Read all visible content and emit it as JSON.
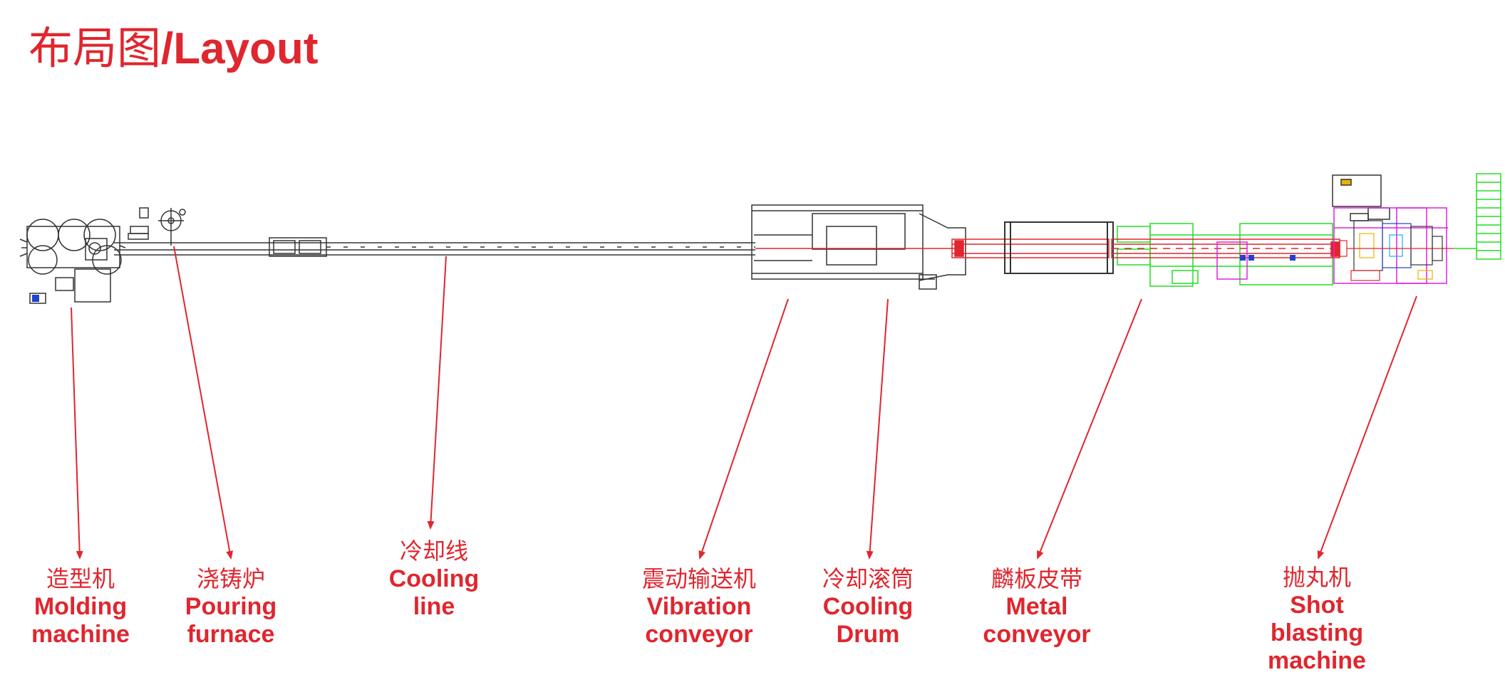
{
  "title": {
    "cn": "布局图",
    "en": "/Layout"
  },
  "colors": {
    "accent": "#e0262e",
    "drawing": "#333333",
    "green": "#22dd22",
    "magenta": "#dd22dd"
  },
  "stations": [
    {
      "cn": "造型机",
      "en": "Molding\nmachine"
    },
    {
      "cn": "浇铸炉",
      "en": "Pouring\nfurnace"
    },
    {
      "cn": "冷却线",
      "en": "Cooling\nline"
    },
    {
      "cn": "震动输送机",
      "en": "Vibration\nconveyor"
    },
    {
      "cn": "冷却滚筒",
      "en": "Cooling\nDrum"
    },
    {
      "cn": "麟板皮带",
      "en": "Metal\nconveyor"
    },
    {
      "cn": "抛丸机",
      "en": "Shot\nblasting\nmachine"
    }
  ]
}
